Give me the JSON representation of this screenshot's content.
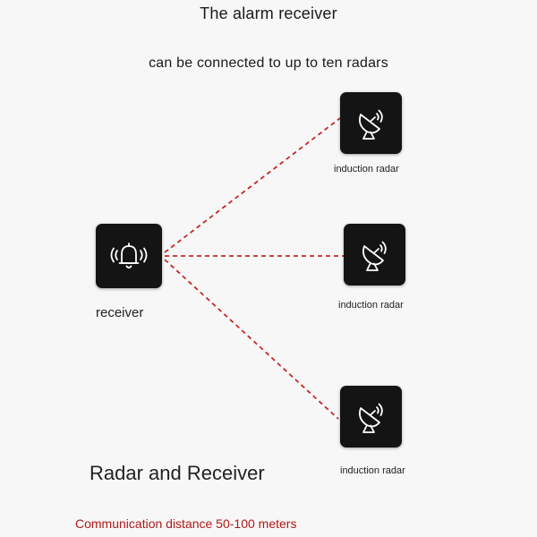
{
  "header": {
    "line1": "The alarm receiver",
    "line2": "can be connected to up to ten radars"
  },
  "receiver": {
    "label": "receiver",
    "icon": "bell-alarm-icon"
  },
  "radars": [
    {
      "label": "induction radar",
      "icon": "radar-dish-icon"
    },
    {
      "label": "induction radar",
      "icon": "radar-dish-icon"
    },
    {
      "label": "induction radar",
      "icon": "radar-dish-icon"
    }
  ],
  "title": "Radar and Receiver",
  "footnote": "Communication distance 50-100 meters",
  "colors": {
    "connection_line": "#c62828",
    "device_body": "#141414",
    "footnote": "#b01818"
  }
}
